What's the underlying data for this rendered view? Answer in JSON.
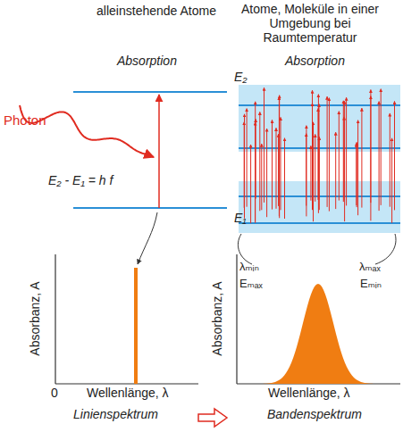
{
  "diagram": {
    "labels": [
      "alleinstehende Atome",
      "Atome, Moleküle in einer Umgebung bei Raumtemperatur",
      "Absorption",
      "Absorption",
      "E₂",
      "E₁",
      "Photon",
      "E₂ - E₁ = h f",
      "Absorbanz, A",
      "0",
      "Wellenlänge, λ",
      "Linienspektrum",
      "Absorbanz, A",
      "λₘᵢₙ",
      "Eₘₐₓ",
      "λₘₐₓ",
      "Eₘᵢₙ",
      "Wellenlänge, λ",
      "Bandenspektrum"
    ]
  }
}
